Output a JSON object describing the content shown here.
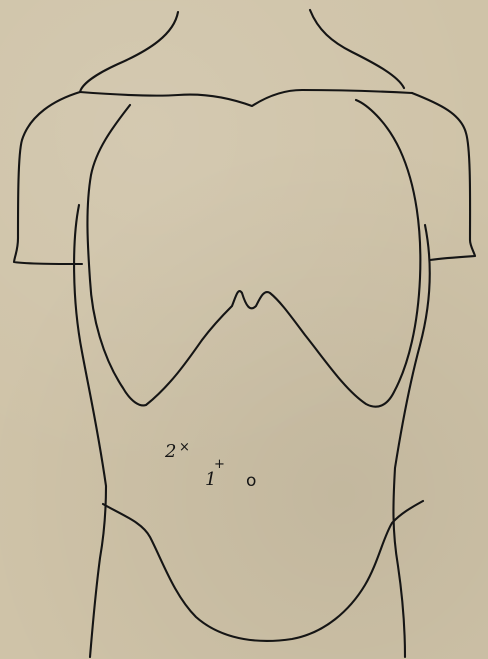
{
  "diagram": {
    "marks": {
      "point_2": {
        "label": "2",
        "symbol": "×"
      },
      "point_1": {
        "label": "1",
        "symbol": "+"
      },
      "point_0": {
        "label": "",
        "symbol": "o"
      }
    }
  }
}
